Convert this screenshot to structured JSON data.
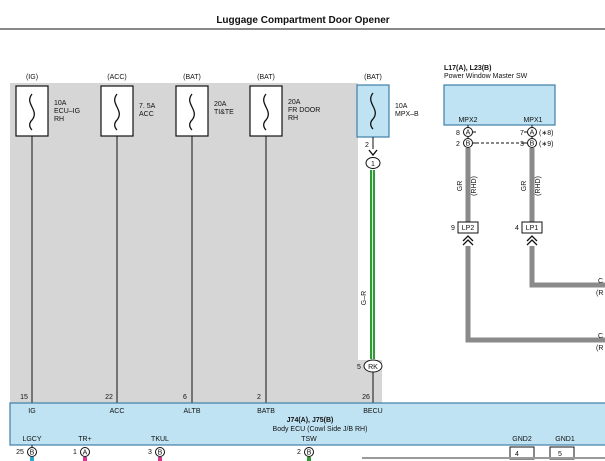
{
  "title": "Luggage Compartment Door Opener",
  "colors": {
    "shade": "#d6d6d6",
    "module_fill": "#bfe3f3",
    "module_stroke": "#3f7fa6",
    "wire_green": "#2e9a3a",
    "harness_gray": "#8a8a8a"
  },
  "fuses": [
    {
      "supply": "(IG)",
      "amp": "10A",
      "name1": "ECU–IG",
      "name2": "RH",
      "pin": "15",
      "terminal": "IG"
    },
    {
      "supply": "(ACC)",
      "amp": "7. 5A",
      "name1": "ACC",
      "name2": "",
      "pin": "22",
      "terminal": "ACC"
    },
    {
      "supply": "(BAT)",
      "amp": "20A",
      "name1": "TI&TE",
      "name2": "",
      "pin": "6",
      "terminal": "ALTB"
    },
    {
      "supply": "(BAT)",
      "amp": "20A",
      "name1": "FR DOOR",
      "name2": "RH",
      "pin": "2",
      "terminal": "BATB"
    }
  ],
  "mpx_fuse": {
    "supply": "(BAT)",
    "amp": "10A",
    "name": "MPX–B",
    "pin_out": "2",
    "connector": "1",
    "wire_color": "G–R",
    "pin_in": "5",
    "pin_in_connector": "RK",
    "ecu_pin": "26",
    "ecu_terminal": "BECU"
  },
  "master_switch": {
    "code": "L17(A), L23(B)",
    "name": "Power Window Master SW",
    "terminal_left": "MPX2",
    "terminal_right": "MPX1",
    "left_pins": [
      {
        "pin": "8",
        "conn": "A"
      },
      {
        "pin": "2",
        "conn": "B"
      }
    ],
    "right_pins": [
      {
        "pin": "7",
        "conn": "A",
        "note": "(∗8)"
      },
      {
        "pin": "3",
        "conn": "B",
        "note": "(∗9)"
      }
    ],
    "wire_left": "GR",
    "wire_left_note": "(RHD)",
    "wire_right": "GR",
    "wire_right_note": "(RHD)",
    "junction_left_pin": "9",
    "junction_left": "LP2",
    "junction_right_pin": "4",
    "junction_right": "LP1",
    "edge_labels": [
      "C",
      "(R",
      "C",
      "(R"
    ]
  },
  "ecu": {
    "code": "J74(A), J75(B)",
    "name": "Body ECU (Cowl Side J/B RH)",
    "bottom_terminals": [
      {
        "label": "LGCY",
        "pin": "25",
        "conn": "B"
      },
      {
        "label": "TR+",
        "pin": "1",
        "conn": "A"
      },
      {
        "label": "TKUL",
        "pin": "3",
        "conn": "B"
      },
      {
        "label": "TSW",
        "pin": "2",
        "conn": "B"
      }
    ],
    "ground_terminals": [
      {
        "label": "GND2",
        "pin": "4"
      },
      {
        "label": "GND1",
        "pin": "5"
      }
    ]
  }
}
